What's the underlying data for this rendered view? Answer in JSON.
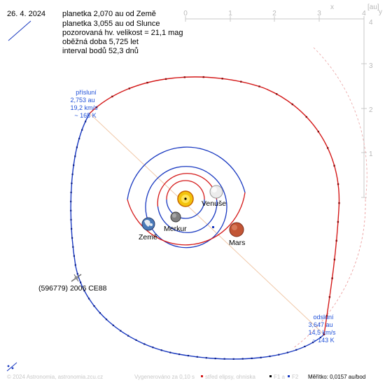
{
  "header": {
    "date": "26. 4. 2024",
    "info_lines": [
      "planetka 2,070 au od Země",
      "planetka 3,055 au od Slunce",
      "pozorovaná hv. velikost = 21,1 mag",
      "oběžná doba 5,725 let",
      "interval bodů 52,3 dnů"
    ]
  },
  "axes": {
    "unit": "[au]",
    "top_ticks": [
      "0",
      "1",
      "2",
      "3",
      "4"
    ],
    "right_ticks": [
      "4",
      "3",
      "2",
      "1"
    ],
    "x_letter": "x",
    "y_letter": "y"
  },
  "perihelion": {
    "title": "přísluní",
    "distance": "2,753 au",
    "speed": "19,2 km/s",
    "temperature": "~ 165 K"
  },
  "aphelion": {
    "title": "odsluní",
    "distance": "3,647 au",
    "speed": "14,5 km/s",
    "temperature": "~ 143 K"
  },
  "bodies": {
    "sun": "",
    "venus": "Venuše",
    "mercury": "Merkur",
    "earth": "Země",
    "mars": "Mars",
    "asteroid": "(596779) 2006 CE88"
  },
  "footer": {
    "copyright": "© 2024 Astronomia, astronomia.zcu.cz",
    "generated": "Vygenerováno za 0,10 s",
    "legend_center": "střed elipsy, ohniska",
    "legend_f1": "F1 a",
    "legend_f2": "F2",
    "scale": "Měřítko: 0,0157 au/bod"
  },
  "colors": {
    "orbit_above": "#d41818",
    "orbit_below": "#1838c0",
    "apsides_line": "#f0c8a8",
    "axis": "#c8c8c8",
    "label_blue": "#1f50d8"
  }
}
